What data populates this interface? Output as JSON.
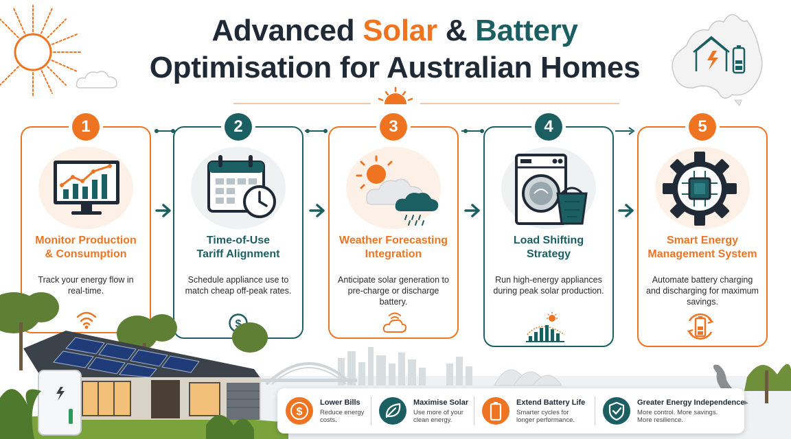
{
  "header": {
    "title_line1_part1": "Advanced ",
    "title_line1_part2": "Solar",
    "title_line1_part3": " & ",
    "title_line1_part4": "Battery",
    "title_line2": "Optimisation for Australian Homes"
  },
  "steps": [
    {
      "number": "1",
      "title_line1": "Monitor Production",
      "title_line2": "& Consumption",
      "desc": "Track your energy flow in real-time.",
      "icon": "monitor-chart-icon",
      "footer_icon": "wifi-signal-icon"
    },
    {
      "number": "2",
      "title_line1": "Time-of-Use",
      "title_line2": "Tariff Alignment",
      "desc": "Schedule appliance use to match cheap off-peak rates.",
      "icon": "calendar-clock-icon",
      "footer_icon": "dollar-coin-icon"
    },
    {
      "number": "3",
      "title_line1": "Weather Forecasting",
      "title_line2": "Integration",
      "desc": "Anticipate solar generation to pre-charge or discharge battery.",
      "icon": "sun-cloud-rain-icon",
      "footer_icon": "cloud-signal-icon"
    },
    {
      "number": "4",
      "title_line1": "Load Shifting",
      "title_line2": "Strategy",
      "desc": "Run high-energy appliances during peak solar production.",
      "icon": "washing-machine-icon",
      "footer_icon": "solar-chart-icon"
    },
    {
      "number": "5",
      "title_line1": "Smart Energy",
      "title_line2": "Management System",
      "desc": "Automate battery charging and discharging for maximum savings.",
      "icon": "gear-chip-icon",
      "footer_icon": "battery-cycle-icon"
    }
  ],
  "benefits": [
    {
      "title": "Lower Bills",
      "desc": "Reduce energy costs.",
      "icon": "dollar-icon"
    },
    {
      "title": "Maximise Solar",
      "desc": "Use more of your clean energy.",
      "icon": "leaf-icon"
    },
    {
      "title": "Extend Battery Life",
      "desc": "Smarter cycles for longer performance.",
      "icon": "battery-icon"
    },
    {
      "title": "Greater Energy Independence",
      "desc": "More control. More savings. More resilience.",
      "icon": "shield-check-icon"
    }
  ],
  "colors": {
    "orange": "#ee7422",
    "teal": "#1c5f63",
    "dark": "#1f2a36"
  }
}
